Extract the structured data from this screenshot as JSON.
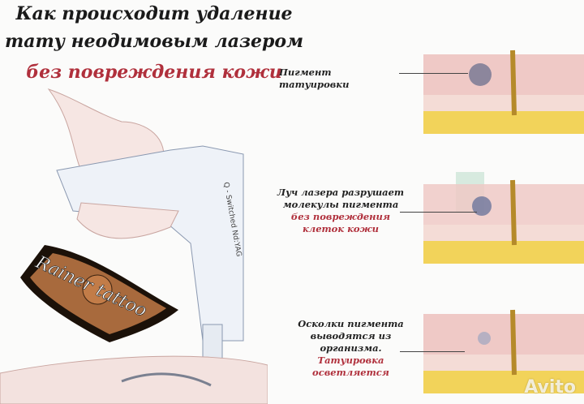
{
  "title": {
    "line1": "Как происходит удаление",
    "line2": "тату неодимовым лазером",
    "line3": "без повреждения кожи"
  },
  "labels": {
    "pigment": "Пигмент татуировки",
    "laser_line1": "Луч лазера разрушает",
    "laser_line2": "молекулы пигмента",
    "laser_line3": "без повреждения",
    "laser_line4": "клеток кожи",
    "removal_line1": "Осколки пигмента",
    "removal_line2": "выводятся из",
    "removal_line3": "организма.",
    "removal_line4": "Татуировка",
    "removal_line5": "осветляется"
  },
  "device_label": "Q - Switched Nd:YAG",
  "logo_text": "Rainer tattoo",
  "watermark": "Avito",
  "colors": {
    "accent_red": "#b0303c",
    "skin": "#e9c3c0",
    "fat": "#f2d35a",
    "pigment": "#4a5a80"
  }
}
